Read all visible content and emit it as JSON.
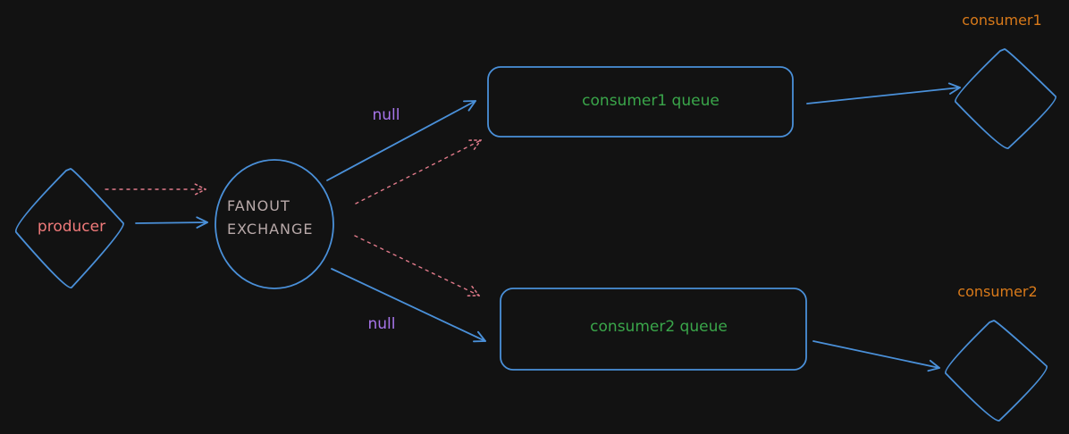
{
  "colors": {
    "background": "#121212",
    "shape_stroke": "#4a90d9",
    "message_flow": "#e07a8a",
    "producer_text": "#f07a7a",
    "exchange_text": "#b8a9a9",
    "queue_text": "#3aa64a",
    "routing_key_text": "#a775ea",
    "consumer_text": "#d97a1a"
  },
  "diagram": {
    "producer": {
      "label": "producer"
    },
    "exchange": {
      "label_line1": "FANOUT",
      "label_line2": "EXCHANGE"
    },
    "queues": [
      {
        "label": "consumer1 queue"
      },
      {
        "label": "consumer2 queue"
      }
    ],
    "routing_keys": [
      {
        "label": "null"
      },
      {
        "label": "null"
      }
    ],
    "consumers": [
      {
        "label": "consumer1"
      },
      {
        "label": "consumer2"
      }
    ]
  }
}
